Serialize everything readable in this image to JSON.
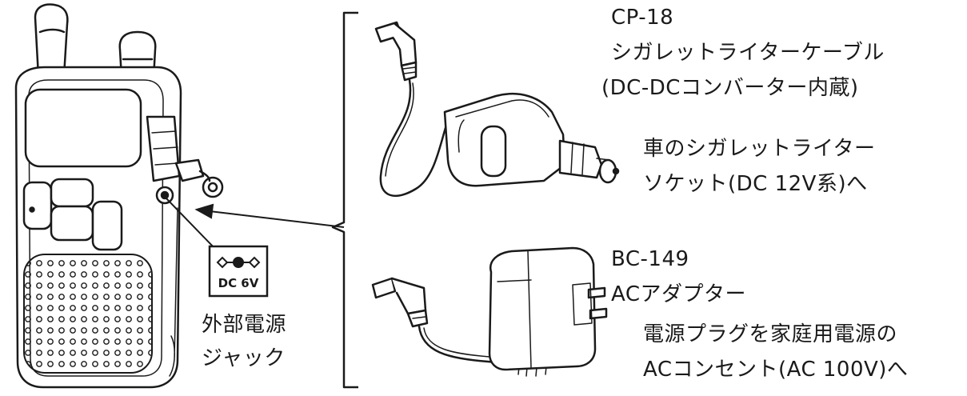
{
  "radio": {
    "jack_plate_text": "DC 6V",
    "jack_caption_line1": "外部電源",
    "jack_caption_line2": "ジャック"
  },
  "cp18": {
    "model": "CP-18",
    "name": "シガレットライターケーブル",
    "note": "(DC-DCコンバーター内蔵)",
    "usage_line1": "車のシガレットライター",
    "usage_line2": "ソケット(DC 12V系)へ"
  },
  "bc149": {
    "model": "BC-149",
    "name": "ACアダプター",
    "usage_line1": "電源プラグを家庭用電源の",
    "usage_line2": "ACコンセント(AC 100V)へ"
  },
  "colors": {
    "line": "#1a1a1a",
    "fill": "#ffffff",
    "light": "#f2f2f2"
  }
}
